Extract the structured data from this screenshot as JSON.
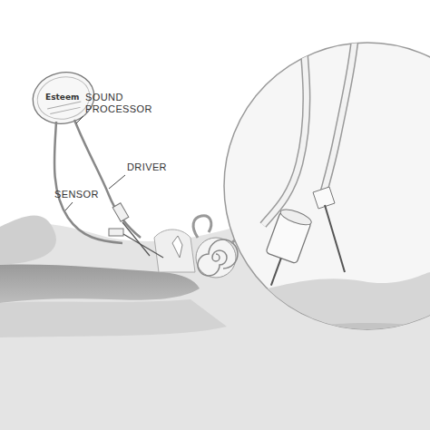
{
  "diagram": {
    "labels": [
      "SOUND PROCESSOR",
      "DRIVER",
      "SENSOR",
      "Esteem"
    ]
  }
}
